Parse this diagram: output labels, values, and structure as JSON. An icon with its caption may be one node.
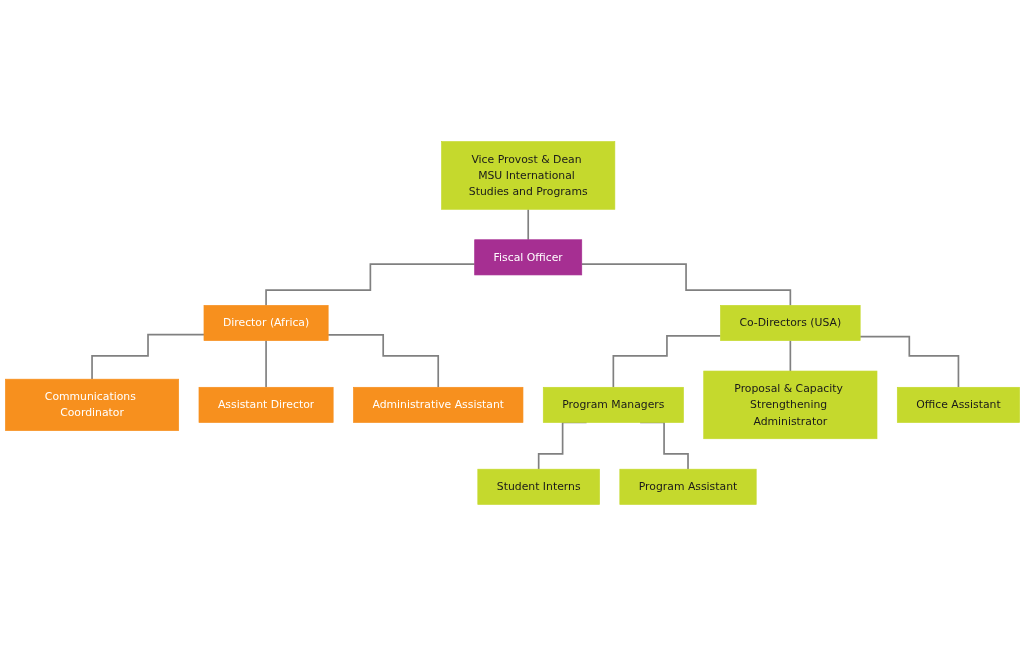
{
  "diagram": {
    "nodes": [
      {
        "text": [
          "Vice Provost & Dean MSU International Studies and Programs"
        ]
      },
      {
        "text": [
          "Director (Africa)"
        ]
      },
      {
        "text": [
          "Fiscal Officer"
        ]
      },
      {
        "text": [
          "Co-Directors (USA)"
        ]
      },
      {
        "text": [
          "Communications Coordinator"
        ]
      },
      {
        "text": [
          "Assistant Director"
        ]
      },
      {
        "text": [
          "Program Managers"
        ]
      },
      {
        "text": [
          "Proposal & Capacity Strengthening Administrator"
        ]
      },
      {
        "text": [
          "Student Interns"
        ]
      },
      {
        "text": [
          "Program Assistant"
        ]
      },
      {
        "text": [
          "Administrative Assistant"
        ]
      },
      {
        "text": [
          "Office Assistant"
        ]
      }
    ],
    "edges": [
      {
        "from": 0,
        "to": 2,
        "arrow": "none"
      },
      {
        "from": 2,
        "to": 1,
        "arrow": "none"
      },
      {
        "from": 2,
        "to": 3,
        "arrow": "none"
      },
      {
        "from": 1,
        "to": 4,
        "arrow": "none"
      },
      {
        "from": 1,
        "to": 5,
        "arrow": "none"
      },
      {
        "from": 1,
        "to": 10,
        "arrow": "none"
      },
      {
        "from": 3,
        "to": 6,
        "arrow": "none"
      },
      {
        "from": 3,
        "to": 7,
        "arrow": "none"
      },
      {
        "from": 3,
        "to": 11,
        "arrow": "none"
      },
      {
        "from": 6,
        "to": 8,
        "arrow": "none"
      },
      {
        "from": 6,
        "to": 9,
        "arrow": "none"
      }
    ]
  }
}
